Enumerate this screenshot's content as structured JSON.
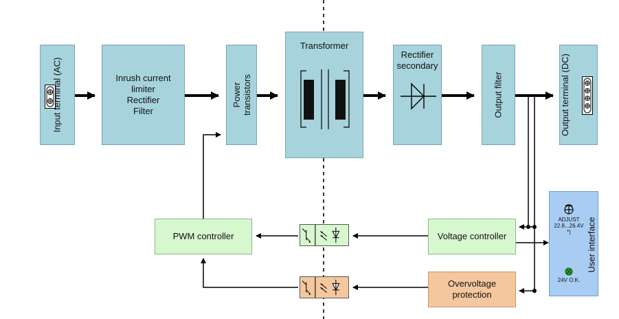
{
  "blocks": {
    "input_terminal": "Input terminal (AC)",
    "inrush": [
      "Inrush current",
      "limiter",
      "Rectifier",
      "Filter"
    ],
    "power_transistors": [
      "Power",
      "transistors"
    ],
    "transformer": "Transformer",
    "rectifier_secondary": [
      "Rectifier",
      "secondary"
    ],
    "output_filter": "Output filter",
    "output_terminal": "Output terminal (DC)",
    "pwm_controller": "PWM controller",
    "voltage_controller": "Voltage controller",
    "overvoltage": [
      "Overvoltage",
      "protection"
    ]
  },
  "user_interface": {
    "title": "User interface",
    "adjust_label": "ADJUST",
    "adjust_range": "22.8...26.4V",
    "adjust_note": "*)",
    "status_label": "24V O.K.",
    "status_color": "#2a9d2a"
  },
  "colors": {
    "block": "#a7d3dc",
    "control_block": "#d7f7cf",
    "protection_block": "#f4c79f",
    "interface_block": "#a9cdf2"
  }
}
